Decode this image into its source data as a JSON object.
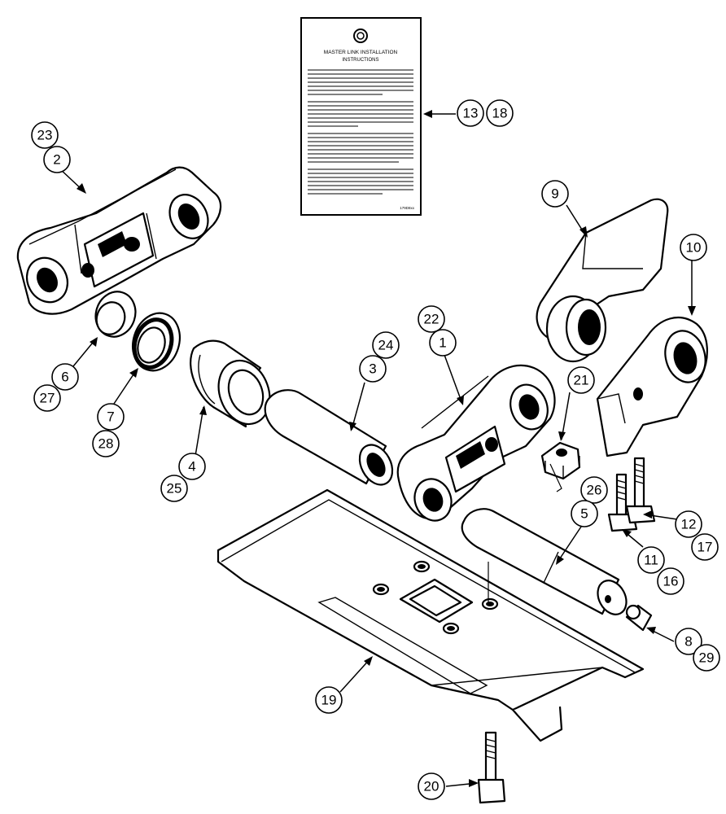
{
  "instruction_card": {
    "title": "MASTER LINK INSTALLATION",
    "subtitle": "INSTRUCTIONS",
    "part_code": "179D8xx"
  },
  "callouts": [
    "1",
    "2",
    "3",
    "4",
    "5",
    "6",
    "7",
    "8",
    "9",
    "10",
    "11",
    "12",
    "13",
    "16",
    "17",
    "18",
    "19",
    "20",
    "21",
    "22",
    "23",
    "24",
    "25",
    "26",
    "27",
    "28",
    "29"
  ],
  "parts": [
    "instruction-card",
    "master-link-left",
    "master-link-right",
    "seal-ring",
    "seal",
    "bushing",
    "pin",
    "master-pin",
    "link-half-upper",
    "link-half-lower",
    "nut",
    "bolt-short",
    "bolt-long",
    "plug",
    "track-shoe",
    "shoe-bolt"
  ]
}
